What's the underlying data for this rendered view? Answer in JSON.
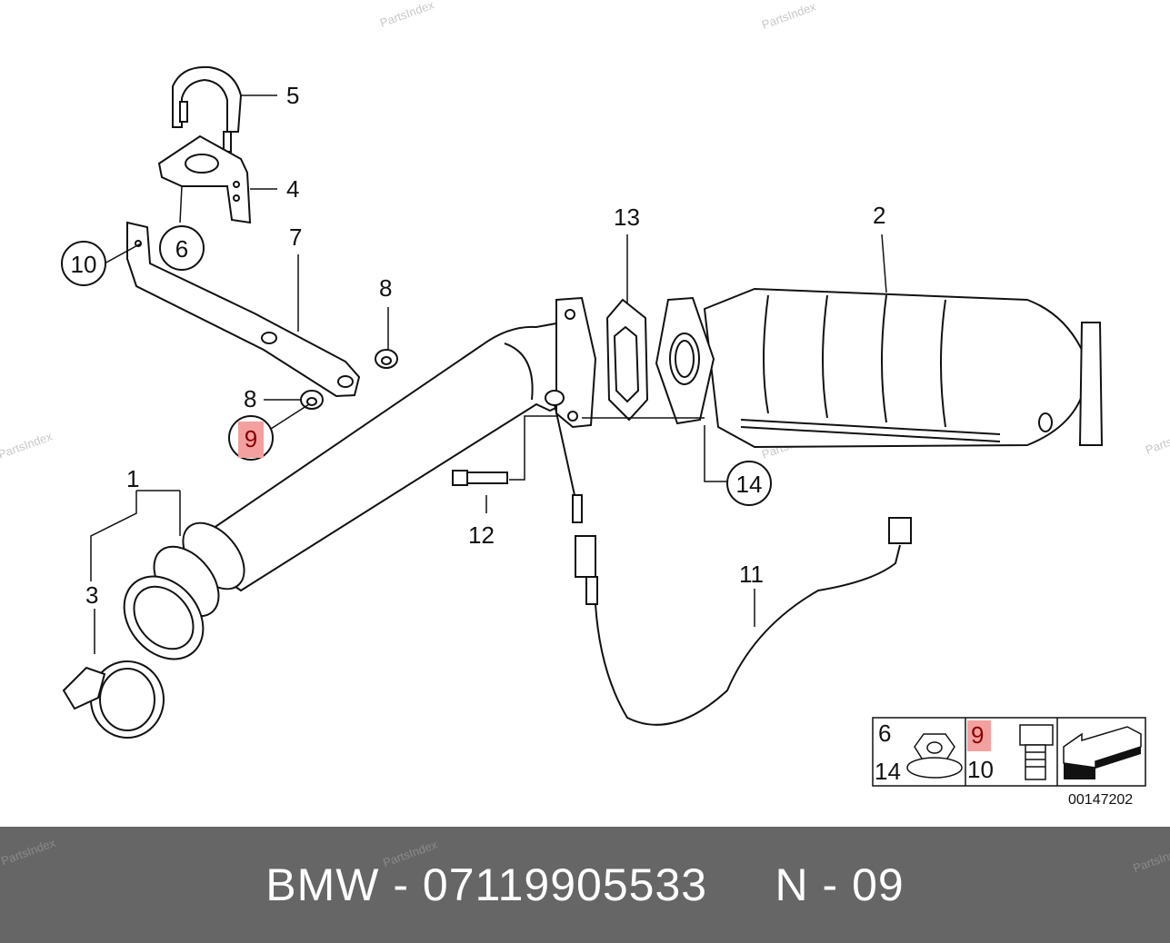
{
  "watermark": "PartsIndex",
  "diagram_number": "00147202",
  "callouts": {
    "c1": "1",
    "c2": "2",
    "c3": "3",
    "c4": "4",
    "c5": "5",
    "c6": "6",
    "c7": "7",
    "c8a": "8",
    "c8b": "8",
    "c9": "9",
    "c10": "10",
    "c11": "11",
    "c12": "12",
    "c13": "13",
    "c14": "14"
  },
  "legend": {
    "nut_label_top": "6",
    "nut_label_bottom": "14",
    "bolt_label_top": "9",
    "bolt_label_bottom": "10"
  },
  "footer": {
    "text": "BMW - 07119905533     N - 09"
  },
  "colors": {
    "highlight": "#f2a0a0",
    "footer_bg": "#666666",
    "footer_text": "#ffffff"
  }
}
